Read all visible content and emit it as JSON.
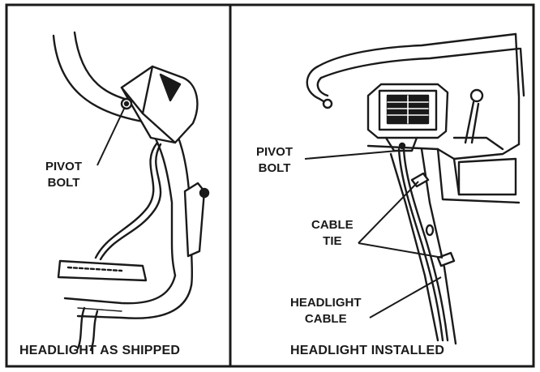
{
  "panels": [
    {
      "caption": "HEADLIGHT AS SHIPPED",
      "callouts": [
        {
          "lines": [
            "PIVOT",
            "BOLT"
          ]
        }
      ]
    },
    {
      "caption": "HEADLIGHT INSTALLED",
      "callouts": [
        {
          "lines": [
            "PIVOT",
            "BOLT"
          ]
        },
        {
          "lines": [
            "CABLE",
            "TIE"
          ]
        },
        {
          "lines": [
            "HEADLIGHT",
            "CABLE"
          ]
        }
      ]
    }
  ],
  "colors": {
    "ink": "#1a1a1a",
    "paper": "#ffffff"
  }
}
